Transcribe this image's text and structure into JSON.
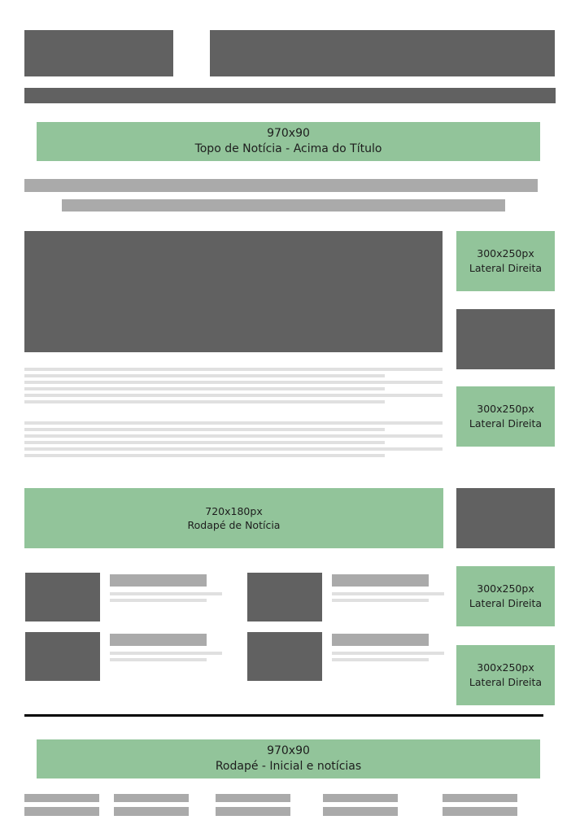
{
  "ads": {
    "top_banner": {
      "size": "970x90",
      "label": "Topo de Notícia - Acima do Título"
    },
    "sidebar_1": {
      "size": "300x250px",
      "label": "Lateral Direita"
    },
    "sidebar_2": {
      "size": "300x250px",
      "label": "Lateral Direita"
    },
    "footer_article": {
      "size": "720x180px",
      "label": "Rodapé de Notícia"
    },
    "sidebar_3": {
      "size": "300x250px",
      "label": "Lateral Direita"
    },
    "sidebar_4": {
      "size": "300x250px",
      "label": "Lateral Direita"
    },
    "footer_banner": {
      "size": "970x90",
      "label": "Rodapé - Inicial e notícias"
    }
  },
  "colors": {
    "ad_fill": "#92c49a",
    "placeholder_dark": "#616161",
    "placeholder_mid": "#aaaaaa",
    "placeholder_light": "#e0e0e0",
    "divider": "#000000"
  }
}
